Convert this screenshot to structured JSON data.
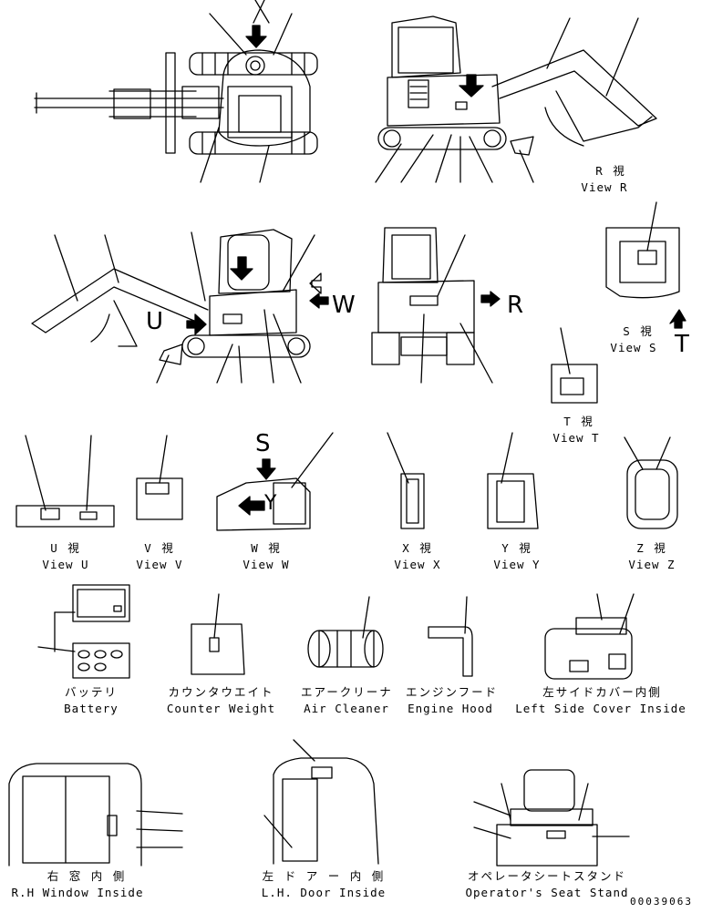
{
  "callout_letters": {
    "w": "W",
    "r": "R",
    "u": "U",
    "s": "S",
    "t": "T",
    "y": "Y"
  },
  "views": [
    {
      "id": "R",
      "jp": "R 視",
      "en": "View R"
    },
    {
      "id": "S",
      "jp": "S 視",
      "en": "View S"
    },
    {
      "id": "T",
      "jp": "T 視",
      "en": "View T"
    },
    {
      "id": "U",
      "jp": "U 視",
      "en": "View U"
    },
    {
      "id": "V",
      "jp": "V 視",
      "en": "View V"
    },
    {
      "id": "W",
      "jp": "W 視",
      "en": "View W"
    },
    {
      "id": "X",
      "jp": "X 視",
      "en": "View X"
    },
    {
      "id": "Y",
      "jp": "Y 視",
      "en": "View Y"
    },
    {
      "id": "Z",
      "jp": "Z 視",
      "en": "View Z"
    }
  ],
  "components": [
    {
      "jp": "バッテリ",
      "en": "Battery"
    },
    {
      "jp": "カウンタウエイト",
      "en": "Counter Weight"
    },
    {
      "jp": "エアークリーナ",
      "en": "Air Cleaner"
    },
    {
      "jp": "エンジンフード",
      "en": "Engine Hood"
    },
    {
      "jp": "左サイドカバー内側",
      "en": "Left Side Cover Inside"
    }
  ],
  "cab": [
    {
      "jp": "右 窓 内 側",
      "en": "R.H Window Inside"
    },
    {
      "jp": "左 ド ア ー 内 側",
      "en": "L.H. Door Inside"
    },
    {
      "jp": "オペレータシートスタンド",
      "en": "Operator's Seat Stand"
    }
  ],
  "document_number": "00039063"
}
